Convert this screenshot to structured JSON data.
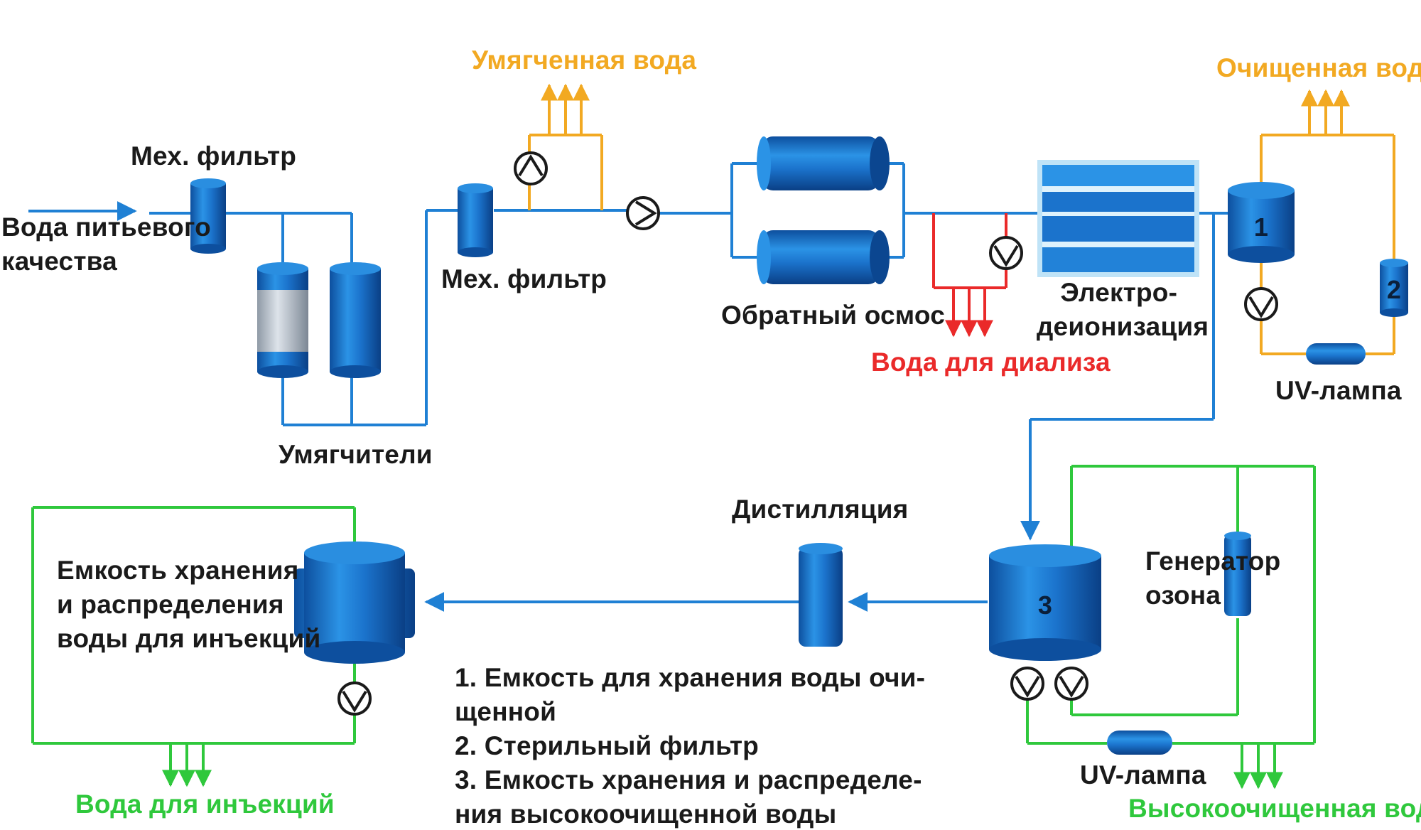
{
  "labels": {
    "drinking_water": [
      "Вода питьевого",
      "качества"
    ],
    "mech_filter_1": "Мех. фильтр",
    "softeners": "Умягчители",
    "mech_filter_2": "Мех. фильтр",
    "softened_water": "Умягченная вода",
    "reverse_osmosis": "Обратный осмос",
    "dialysis_water": "Вода для диализа",
    "electrodeionization": [
      "Электро-",
      "деионизация"
    ],
    "purified_water": "Очищенная вода",
    "uv_lamp_1": "UV-лампа",
    "distillation": "Дистилляция",
    "storage_injection": [
      "Емкость хранения",
      "и распределения",
      "воды для инъекций"
    ],
    "ozone_generator": [
      "Генератор",
      "озона"
    ],
    "uv_lamp_2": "UV-лампа",
    "injection_water": "Вода для инъекций",
    "highly_purified_water": "Высокоочищенная вода"
  },
  "numbers": {
    "tank_1": "1",
    "filter_2": "2",
    "tank_3": "3"
  },
  "legend": [
    [
      "1. Емкость для хранения воды очи-",
      "щенной"
    ],
    [
      "2. Стерильный фильтр"
    ],
    [
      "3. Емкость хранения и распределе-",
      "ния высокоочищенной воды"
    ]
  ],
  "colors": {
    "process_line": "#1f80d4",
    "softened_line": "#f2a922",
    "dialysis_line": "#ea2a2a",
    "injection_line": "#2fc83c",
    "vessel_blue": "#1b73cc",
    "label_orange": "#f2a922",
    "label_red": "#ea2a2a",
    "label_green": "#2fc83c"
  }
}
